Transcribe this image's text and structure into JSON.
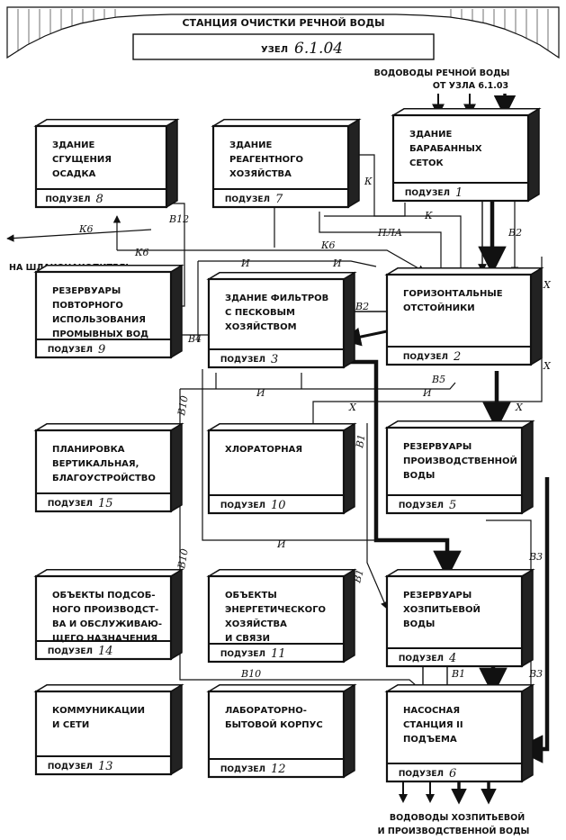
{
  "header": {
    "title": "СТАНЦИЯ ОЧИСТКИ РЕЧНОЙ ВОДЫ",
    "node_prefix": "УЗЕЛ",
    "node_code": "6.1.04"
  },
  "inflow": {
    "line1": "ВОДОВОДЫ РЕЧНОЙ ВОДЫ",
    "line2": "ОТ УЗЛА 6.1.03"
  },
  "outflow": {
    "line1": "ВОДОВОДЫ ХОЗПИТЬЕВОЙ",
    "line2": "И ПРОИЗВОДСТВЕННОЙ ВОДЫ"
  },
  "sludge_outlet": "НА ШЛАКОНАКОПИТЕЛЬ",
  "blocks": {
    "b8": {
      "lines": [
        "ЗДАНИЕ",
        "СГУЩЕНИЯ",
        "ОСАДКА"
      ],
      "sub": "ПОДУЗЕЛ",
      "num": "8"
    },
    "b7": {
      "lines": [
        "ЗДАНИЕ",
        "РЕАГЕНТНОГО",
        "ХОЗЯЙСТВА"
      ],
      "sub": "ПОДУЗЕЛ",
      "num": "7"
    },
    "b1": {
      "lines": [
        "ЗДАНИЕ",
        "БАРАБАННЫХ",
        "СЕТОК"
      ],
      "sub": "ПОДУЗЕЛ",
      "num": "1"
    },
    "b9": {
      "lines": [
        "РЕЗЕРВУАРЫ",
        "ПОВТОРНОГО",
        "ИСПОЛЬЗОВАНИЯ",
        "ПРОМЫВНЫХ ВОД"
      ],
      "sub": "ПОДУЗЕЛ",
      "num": "9"
    },
    "b3": {
      "lines": [
        "ЗДАНИЕ ФИЛЬТРОВ",
        "С ПЕСКОВЫМ",
        "ХОЗЯЙСТВОМ"
      ],
      "sub": "ПОДУЗЕЛ",
      "num": "3"
    },
    "b2": {
      "lines": [
        "ГОРИЗОНТАЛЬНЫЕ",
        "ОТСТОЙНИКИ"
      ],
      "sub": "ПОДУЗЕЛ",
      "num": "2"
    },
    "b15": {
      "lines": [
        "ПЛАНИРОВКА",
        "ВЕРТИКАЛЬНАЯ,",
        "БЛАГОУСТРОЙСТВО"
      ],
      "sub": "ПОДУЗЕЛ",
      "num": "15"
    },
    "b10": {
      "lines": [
        "ХЛОРАТОРНАЯ"
      ],
      "sub": "ПОДУЗЕЛ",
      "num": "10"
    },
    "b5": {
      "lines": [
        "РЕЗЕРВУАРЫ",
        "ПРОИЗВОДСТВЕННОЙ",
        "ВОДЫ"
      ],
      "sub": "ПОДУЗЕЛ",
      "num": "5"
    },
    "b14": {
      "lines": [
        "ОБЪЕКТЫ ПОДСОБ-",
        "НОГО ПРОИЗВОДСТ-",
        "ВА И ОБСЛУЖИВАЮ-",
        "ЩЕГО НАЗНАЧЕНИЯ"
      ],
      "sub": "ПОДУЗЕЛ",
      "num": "14"
    },
    "b11": {
      "lines": [
        "ОБЪЕКТЫ",
        "ЭНЕРГЕТИЧЕСКОГО",
        "ХОЗЯЙСТВА",
        "И СВЯЗИ"
      ],
      "sub": "ПОДУЗЕЛ",
      "num": "11"
    },
    "b4": {
      "lines": [
        "РЕЗЕРВУАРЫ",
        "ХОЗПИТЬЕВОЙ",
        "ВОДЫ"
      ],
      "sub": "ПОДУЗЕЛ",
      "num": "4"
    },
    "b13": {
      "lines": [
        "КОММУНИКАЦИИ",
        "И СЕТИ"
      ],
      "sub": "ПОДУЗЕЛ",
      "num": "13"
    },
    "b12": {
      "lines": [
        "ЛАБОРАТОРНО-",
        "БЫТОВОЙ КОРПУС"
      ],
      "sub": "ПОДУЗЕЛ",
      "num": "12"
    },
    "b6": {
      "lines": [
        "НАСОСНАЯ",
        "СТАНЦИЯ II",
        "ПОДЪЕМА"
      ],
      "sub": "ПОДУЗЕЛ",
      "num": "6"
    }
  },
  "line_labels": {
    "k6_a": "К6",
    "k6_b": "К6",
    "k6_c": "К6",
    "b12": "В12",
    "k_a": "К",
    "k_b": "К",
    "pla": "ПЛА",
    "b2_a": "В2",
    "b2_b": "В2",
    "i_a": "И",
    "i_b": "И",
    "i_c": "И",
    "i_d": "И",
    "i_e": "И",
    "x_a": "Х",
    "x_b": "Х",
    "x_c": "Х",
    "x_d": "Х",
    "b4": "В4",
    "b5": "В5",
    "b10_a": "В10",
    "b10_b": "В10",
    "b10_c": "В10",
    "b1_a": "В1",
    "b1_b": "В1",
    "b1_c": "В1",
    "b3_a": "В3",
    "b3_b": "В3"
  }
}
